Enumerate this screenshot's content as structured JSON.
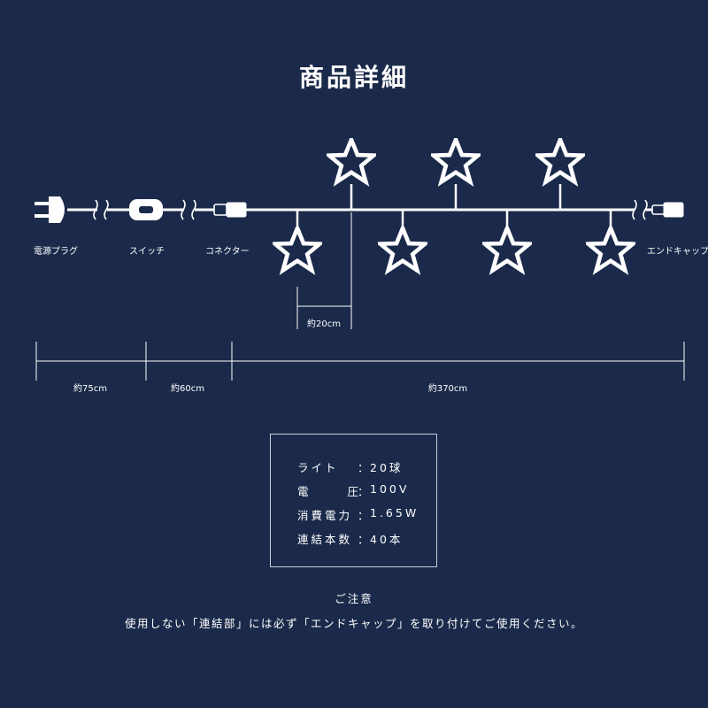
{
  "title": "商品詳細",
  "colors": {
    "background": "#1b2a4a",
    "foreground": "#ffffff"
  },
  "diagram": {
    "labels": {
      "plug": "電源プラグ",
      "switch": "スイッチ",
      "connector": "コネクター",
      "end_cap": "エンドキャップ",
      "star_spacing": "約20cm"
    },
    "dimensions": [
      {
        "label": "約75cm"
      },
      {
        "label": "約60cm"
      },
      {
        "label": "約370cm"
      }
    ]
  },
  "specs": [
    {
      "key": "ライト",
      "value": "20球"
    },
    {
      "key": "電圧",
      "value": "100V"
    },
    {
      "key": "消費電力",
      "value": "1.65W"
    },
    {
      "key": "連結本数",
      "value": "40本"
    }
  ],
  "notice": {
    "title": "ご注意",
    "text": "使用しない「連結部」には必ず「エンドキャップ」を取り付けてご使用ください。"
  }
}
